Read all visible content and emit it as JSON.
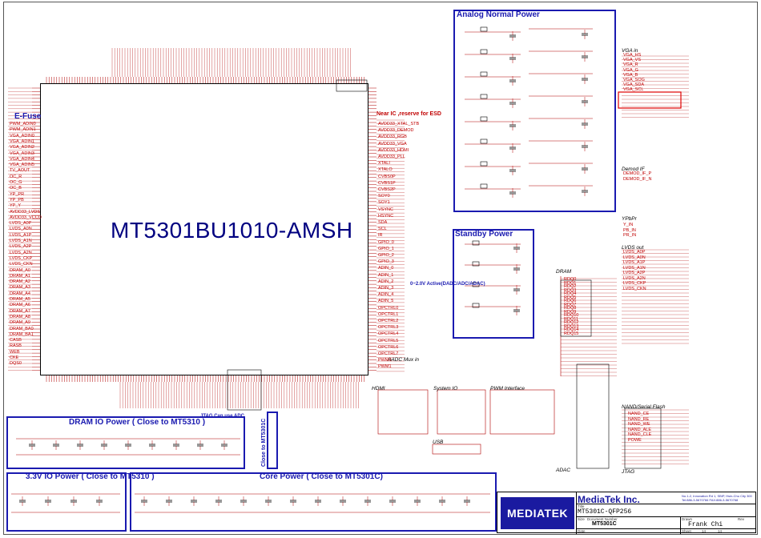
{
  "chip": {
    "part_number": "MT5301BU1010-AMSH"
  },
  "blocks": {
    "analog_power": "Analog Normal Power",
    "standby_power": "Standby Power",
    "dram_io": "DRAM IO Power ( Close to MT5310 )",
    "io_3v3": "3.3V IO Power ( Close to MT5310 )",
    "core_power": "Core Power ( Close to MT5301C)",
    "efuse": "E-Fuse"
  },
  "notes": {
    "esd": "Near IC ,reserve for ESD",
    "adc_range": "0~2.0V Active(DADC/ADC/ADAC)",
    "jtag": "JTAG Can use ADC",
    "close_to": "Close to MT5301C"
  },
  "sections": {
    "vga_in": "VGA in",
    "demod_if": "Demod IF",
    "ypbpr": "YPbPr",
    "lvds_out": "LVDS out",
    "dram": "DRAM",
    "nand_flash": "NAND/Serial Flash",
    "aadc_mux": "AADC Mux in",
    "hdmi": "HDMI",
    "system_io": "System IO",
    "pwm": "PWM Interface",
    "usb": "USB",
    "adac": "ADAC",
    "jtag_sec": "JTAG"
  },
  "title_block": {
    "logo": "MEDIATEK",
    "company": "MediaTek Inc.",
    "address": "No.1-2, Innovation Rd 1, SBIP, Hsin-Chu City 300 Tel:886-3-5670766 FAX:886-3-5670768",
    "title_label": "Title",
    "title": "MT5301C-QFP256",
    "size_label": "Size",
    "doc_label": "Document Number",
    "doc": "MT5301C",
    "rev_label": "Rev",
    "drawn_label": "Drawn",
    "drawn": "Frank Chi",
    "date_label": "Date",
    "sheet_label": "Sheet",
    "sheet": "14",
    "of": "14"
  },
  "left_nets": [
    "PWM_ADIN0",
    "PWM_ADIN1",
    "VGA_ADIN0",
    "VGA_ADIN1",
    "VGA_ADIN2",
    "VGA_ADIN3",
    "VGA_ADIN4",
    "VGA_ADIN5",
    "TV_AOUT",
    "OC_R",
    "OC_G",
    "OC_B",
    "YP_PR",
    "YP_PB",
    "YP_Y",
    "AVDD33_LVDS",
    "AVDD33_VCCO",
    "LVDS_A0P",
    "LVDS_A0N",
    "LVDS_A1P",
    "LVDS_A1N",
    "LVDS_A2P",
    "LVDS_A2N",
    "LVDS_CKP",
    "LVDS_CKN",
    "DRAM_A0",
    "DRAM_A1",
    "DRAM_A2",
    "DRAM_A3",
    "DRAM_A4",
    "DRAM_A5",
    "DRAM_A6",
    "DRAM_A7",
    "DRAM_A8",
    "DRAM_A9",
    "DRAM_BA0",
    "DRAM_BA1",
    "CASB",
    "RASB",
    "WEB",
    "CKE",
    "DQS0"
  ],
  "right_nets": [
    "AVDD33_XTAL_STB",
    "AVDD33_DEMOD",
    "AVDD33_RGB",
    "AVDD33_VGA",
    "AVDD33_HDMI",
    "AVDD33_PLL",
    "XTALI",
    "XTALO",
    "CVBS0P",
    "CVBS1P",
    "CVBS2P",
    "SOY0",
    "SOY1",
    "VSYNC",
    "HSYNC",
    "SDA",
    "SCL",
    "IR",
    "GPIO_0",
    "GPIO_1",
    "GPIO_2",
    "GPIO_3",
    "ADIN_0",
    "ADIN_1",
    "ADIN_2",
    "ADIN_3",
    "ADIN_4",
    "ADIN_5",
    "OPCTRL0",
    "OPCTRL1",
    "OPCTRL2",
    "OPCTRL3",
    "OPCTRL4",
    "OPCTRL5",
    "OPCTRL6",
    "OPCTRL7",
    "PWM0",
    "PWM1"
  ],
  "far_right_nets": [
    "VGA_HS",
    "VGA_VS",
    "VGA_R",
    "VGA_G",
    "VGA_B",
    "VGA_SOG",
    "VGA_SDA",
    "VGA_SCL",
    "DEMOD_IF_P",
    "DEMOD_IF_N",
    "Y_IN",
    "PB_IN",
    "PR_IN",
    "LVDS_A0P",
    "LVDS_A0N",
    "LVDS_A1P",
    "LVDS_A1N",
    "LVDS_A2P",
    "LVDS_A2N",
    "LVDS_CKP",
    "LVDS_CKN",
    "RDQ0",
    "RDQ1",
    "RDQ2",
    "RDQ3",
    "RDQ4",
    "RDQ5",
    "RDQ6",
    "RDQ7",
    "RDQ8",
    "RDQ9",
    "RDQ10",
    "RDQ11",
    "RDQ12",
    "RDQ13",
    "RDQ14",
    "RDQ15",
    "NAND_CE",
    "NAND_RE",
    "NAND_WE",
    "NAND_ALE",
    "NAND_CLE",
    "POWE"
  ]
}
